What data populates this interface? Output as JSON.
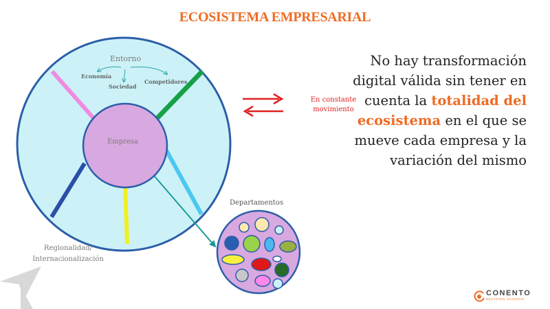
{
  "title": "ECOSISTEMA EMPRESARIAL",
  "diagram": {
    "outer_label": "Entorno",
    "factors": [
      "Economía",
      "Sociedad",
      "Competidores"
    ],
    "core_label": "Empresa",
    "movement_label": "En constante movimiento",
    "departments_label": "Departamentos",
    "scope_label": "Regionalidad/ Internacionalización"
  },
  "statement": {
    "before": "No hay transformación digital válida sin tener en cuenta la",
    "highlight": "totalidad del ecosistema",
    "after": "en el que se mueve cada empresa y la variación del mismo"
  },
  "logo": {
    "name": "CONENTO",
    "tagline": "DECISION SCIENCE",
    "brand_color": "#ee6c25"
  },
  "colors": {
    "accent": "#ee6c25",
    "outer_circle": "#ccf2f8",
    "core_circle": "#d8a8e0",
    "arrows": "#e02020"
  }
}
